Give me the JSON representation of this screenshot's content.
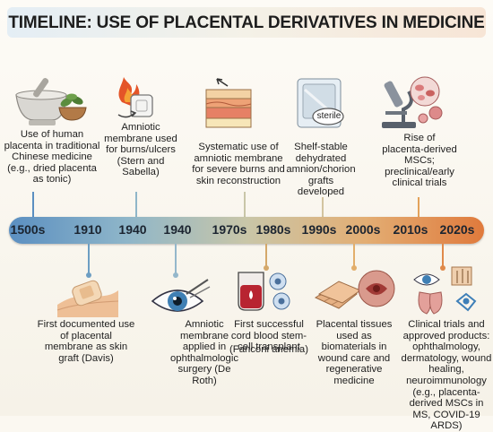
{
  "title": "TIMELINE: USE OF PLACENTAL DERIVATIVES IN MEDICINE",
  "eras": [
    "1500s",
    "1910",
    "1940",
    "1940",
    "1970s",
    "1980s",
    "1990s",
    "2000s",
    "2010s",
    "2020s"
  ],
  "events_top": [
    {
      "era": "1500s",
      "text": "Use of human placenta in traditional Chinese medicine (e.g., dried placenta as tonic)",
      "icon": "mortar-pestle-herbs-icon"
    },
    {
      "era": "1940",
      "text": "Amniotic membrane used for burns/ulcers (Stern and Sabella)",
      "icon": "burn-dressing-icon"
    },
    {
      "era": "1970s",
      "text": "Systematic use of amniotic membrane for severe burns and skin reconstruction",
      "icon": "skin-layers-icon"
    },
    {
      "era": "1990s",
      "text": "Shelf-stable dehydrated amnion/chorion grafts developed",
      "icon": "sterile-package-icon",
      "badge": "sterile"
    },
    {
      "era": "2010s",
      "text": "Rise of placenta-derived MSCs; preclinical/early clinical trials",
      "icon": "microscope-icon"
    }
  ],
  "events_bottom": [
    {
      "era": "1910",
      "text": "First documented use of placental membrane as skin graft (Davis)",
      "icon": "skin-graft-bandage-icon"
    },
    {
      "era": "1940",
      "text": "Amniotic membrane applied in ophthalmologic surgery (De Roth)",
      "icon": "eye-surgery-icon"
    },
    {
      "era": "1980s",
      "text": "First successful cord blood stem-cell transplant",
      "subtext": "(Fanconi anemia)",
      "icon": "blood-bag-cells-icon"
    },
    {
      "era": "2000s",
      "text": "Placental tissues used as biomaterials in wound care and regenerative medicine",
      "icon": "biomaterial-wound-icon"
    },
    {
      "era": "2020s",
      "text": "Clinical trials and approved products: ophthalmology, dermatology, wound healing, neuroimmunology (e.g., placenta-derived MSCs in MS, COVID-19 ARDS)",
      "icon": "organs-cluster-icon"
    }
  ],
  "colors": {
    "bar_start": "#5b8fc1",
    "bar_end": "#e07a3c",
    "blue_stem": "#5b8fc1",
    "teal_stem": "#8fb6c9",
    "orange_stem": "#e3a25a"
  }
}
